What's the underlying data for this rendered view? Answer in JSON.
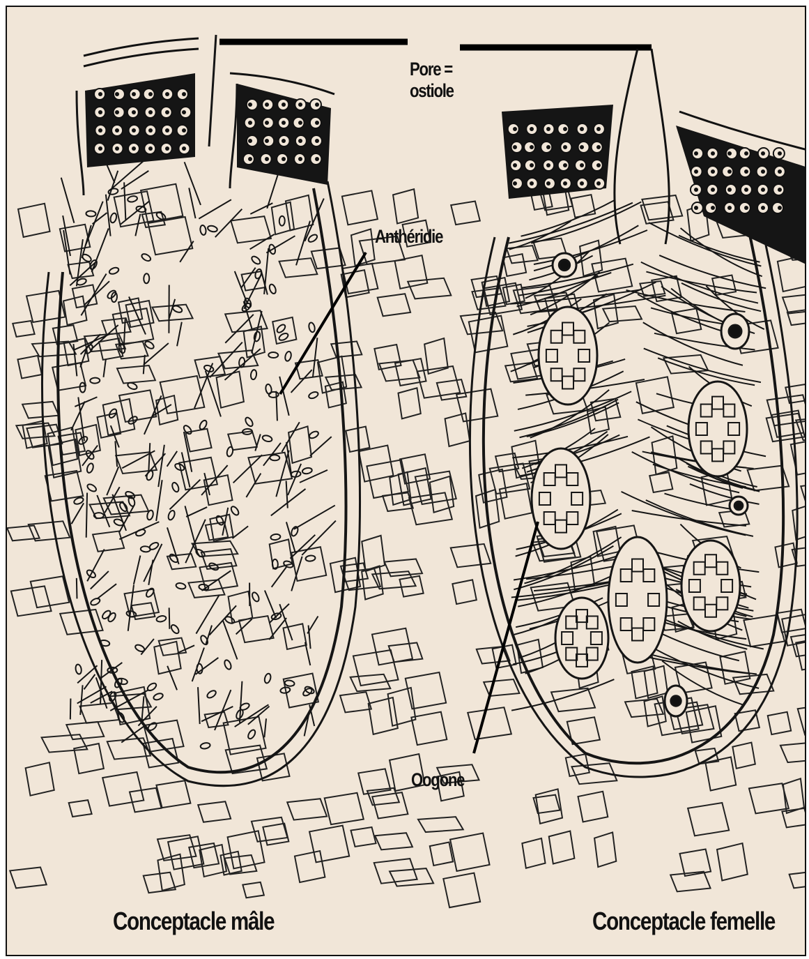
{
  "labels": {
    "pore_line1": "Pore =",
    "pore_line2": "ostiole",
    "antheridie": "Anthéridie",
    "oogone": "Oogone",
    "male": "Conceptacle mâle",
    "female": "Conceptacle femelle"
  },
  "colors": {
    "background": "#f1e6d8",
    "ink": "#111111",
    "frame": "#111111"
  }
}
